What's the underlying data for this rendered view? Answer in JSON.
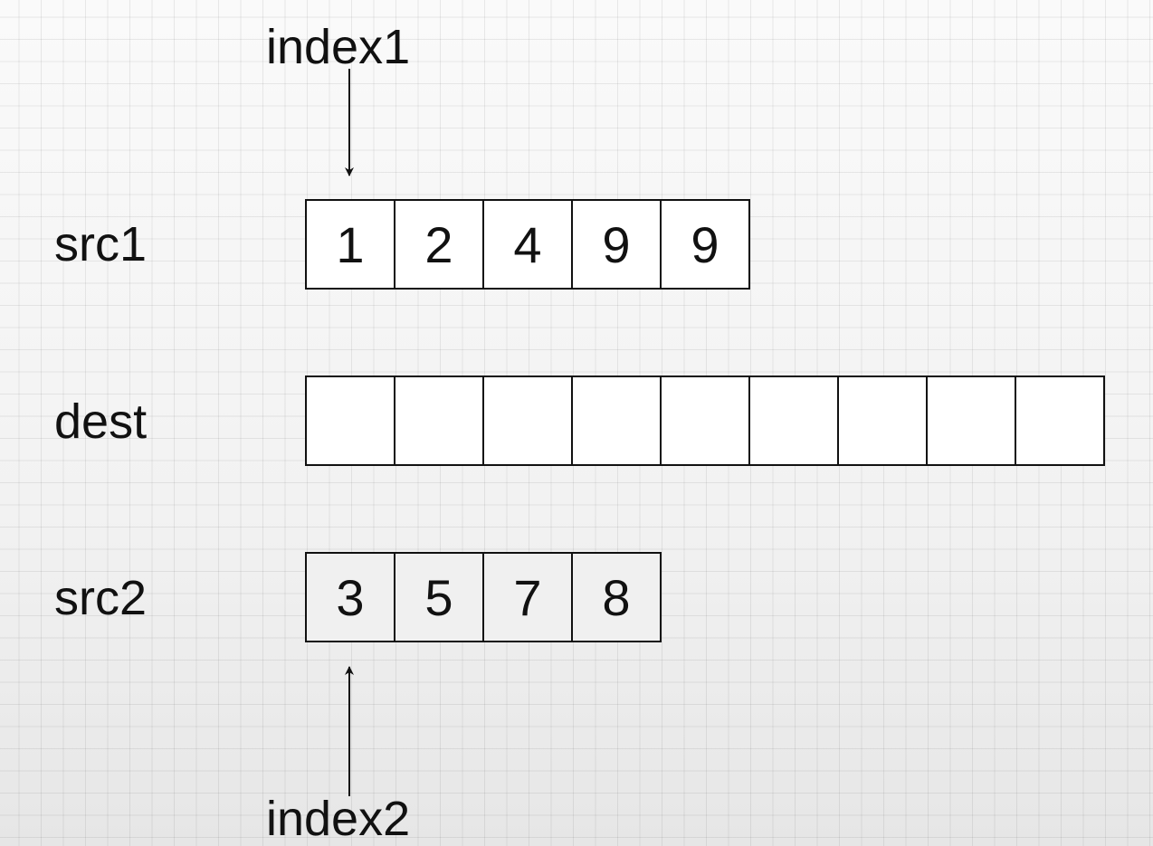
{
  "rows": {
    "src1": {
      "label": "src1",
      "cells": [
        "1",
        "2",
        "4",
        "9",
        "9"
      ]
    },
    "dest": {
      "label": "dest",
      "cells": [
        "",
        "",
        "",
        "",
        "",
        "",
        "",
        "",
        ""
      ]
    },
    "src2": {
      "label": "src2",
      "cells": [
        "3",
        "5",
        "7",
        "8"
      ]
    }
  },
  "pointers": {
    "index1": {
      "label": "index1",
      "target_row": "src1",
      "target_cell": 0
    },
    "index2": {
      "label": "index2",
      "target_row": "src2",
      "target_cell": 0
    }
  }
}
